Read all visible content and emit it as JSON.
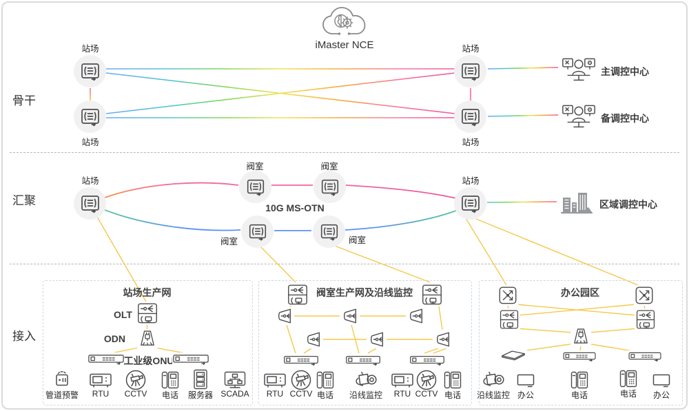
{
  "diagram": {
    "cloud_label": "iMaster NCE",
    "ring_label": "10G MS-OTN"
  },
  "layers": [
    {
      "label": "骨干"
    },
    {
      "label": "汇聚"
    },
    {
      "label": "接入"
    }
  ],
  "backbone": {
    "stations": [
      {
        "label": "站场"
      },
      {
        "label": "站场"
      },
      {
        "label": "站场"
      },
      {
        "label": "站场"
      }
    ],
    "main_center": {
      "label": "主调控中心",
      "icon": "operator-workstation-icon"
    },
    "backup_center": {
      "label": "备调控中心",
      "icon": "operator-workstation-icon"
    }
  },
  "aggregation": {
    "stations": [
      {
        "label": "站场"
      },
      {
        "label": "站场"
      }
    ],
    "valve_rooms": [
      {
        "label": "阀室"
      },
      {
        "label": "阀室"
      },
      {
        "label": "阀室"
      },
      {
        "label": "阀室"
      }
    ],
    "regional_center": {
      "label": "区域调控中心",
      "icon": "city-buildings-icon"
    }
  },
  "access": {
    "station_box": {
      "title": "站场生产网",
      "olt_label": "OLT",
      "odn_label": "ODN",
      "onu_label": "工业级ONU",
      "devices": [
        {
          "label": "管道预警",
          "icon": "pipeline-alarm-icon"
        },
        {
          "label": "RTU",
          "icon": "rtu-icon"
        },
        {
          "label": "CCTV",
          "icon": "cctv-icon"
        },
        {
          "label": "电话",
          "icon": "phone-icon"
        },
        {
          "label": "服务器",
          "icon": "server-icon"
        },
        {
          "label": "SCADA",
          "icon": "scada-icon"
        }
      ]
    },
    "valve_box": {
      "title": "阀室生产网及沿线监控",
      "devices": [
        {
          "label": "RTU",
          "icon": "rtu-icon"
        },
        {
          "label": "CCTV",
          "icon": "cctv-icon"
        },
        {
          "label": "电话",
          "icon": "phone-icon"
        },
        {
          "label": "沿线监控",
          "icon": "surveillance-camera-icon"
        },
        {
          "label": "RTU",
          "icon": "rtu-icon"
        },
        {
          "label": "CCTV",
          "icon": "cctv-icon"
        },
        {
          "label": "电话",
          "icon": "phone-icon"
        }
      ]
    },
    "office_box": {
      "title": "办公园区",
      "devices": [
        {
          "label": "沿线监控",
          "icon": "surveillance-camera-icon"
        },
        {
          "label": "办公",
          "icon": "office-monitor-icon"
        },
        {
          "label": "电话",
          "icon": "phone-icon"
        },
        {
          "label": "电话",
          "icon": "phone-icon"
        },
        {
          "label": "办公",
          "icon": "office-monitor-icon"
        }
      ]
    }
  },
  "colors": {
    "link_yellow": "#F5C84A",
    "link_pink": "#F3679C",
    "link_blue": "#5B9CF8",
    "link_green": "#57C49B",
    "node_circle_bg": "#F1F1F2",
    "icon_stroke": "#4C4C4E"
  }
}
